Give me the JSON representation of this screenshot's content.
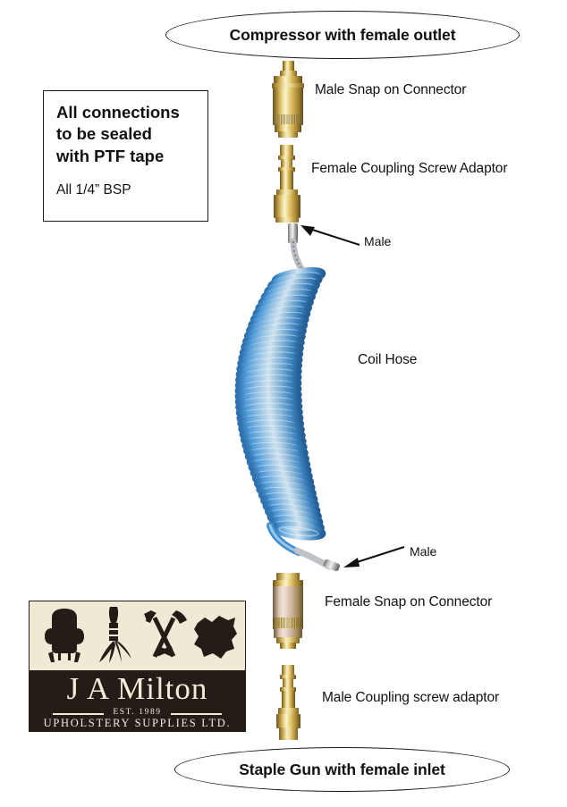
{
  "diagram": {
    "title_top": "Compressor with female outlet",
    "title_bottom": "Staple Gun with female inlet"
  },
  "note": {
    "line1": "All connections",
    "line2": "to be sealed",
    "line3": "with PTF tape",
    "line4": "All 1/4” BSP"
  },
  "parts": [
    {
      "label": "Male Snap on Connector"
    },
    {
      "label": "Female Coupling Screw Adaptor"
    },
    {
      "label": "Male"
    },
    {
      "label": "Coil Hose"
    },
    {
      "label": "Male"
    },
    {
      "label": "Female Snap on Connector"
    },
    {
      "label": "Male Coupling screw adaptor"
    }
  ],
  "logo": {
    "name": "J A Milton",
    "est": "EST. 1989",
    "tagline": "UPHOLSTERY SUPPLIES LTD.",
    "icons": [
      "chair-silhouette-icon",
      "tassel-duster-icon",
      "crossed-tools-icon",
      "fabric-swatch-icon"
    ]
  },
  "colors": {
    "brass": "#c9ab51",
    "hose_blue": "#3f8fd0",
    "logo_dark": "#241c16",
    "logo_cream": "#efe9d5",
    "outline": "#1a1a1a"
  }
}
